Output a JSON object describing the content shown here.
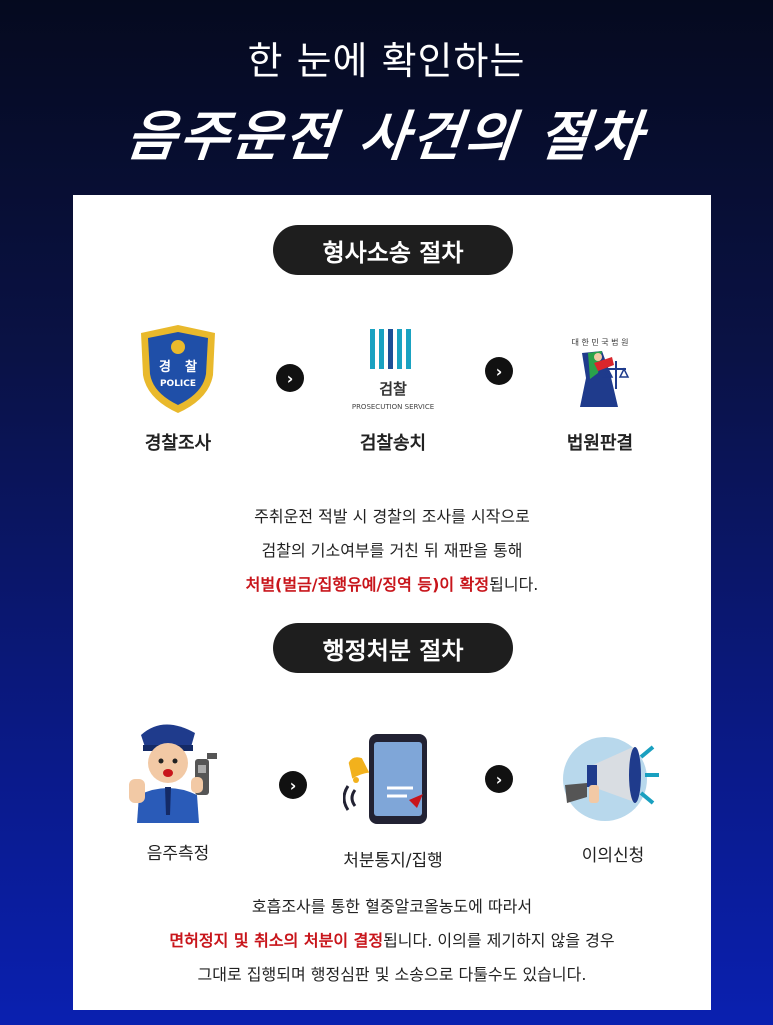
{
  "header": {
    "subtitle": "한 눈에 확인하는",
    "title": "음주운전 사건의 절차"
  },
  "criminal": {
    "heading": "형사소송 절차",
    "steps": [
      {
        "label": "경찰조사",
        "icon": "police-badge-icon",
        "badge_top": "경",
        "badge_right": "찰",
        "badge_text": "POLICE"
      },
      {
        "label": "검찰송치",
        "icon": "prosecution-icon",
        "logo_kr": "검찰",
        "logo_en": "PROSECUTION SERVICE"
      },
      {
        "label": "법원판결",
        "icon": "court-icon",
        "arc_text": "대 한 민 국 법 원"
      }
    ],
    "desc": {
      "line1": "주취운전 적발 시 경찰의 조사를 시작으로",
      "line2": "검찰의 기소여부를 거친 뒤 재판을 통해",
      "line3_red": "처벌(벌금/집행유예/징역 등)이 확정",
      "line3_rest": "됩니다."
    }
  },
  "administrative": {
    "heading": "행정처분 절차",
    "steps": [
      {
        "label": "음주측정",
        "icon": "police-officer-icon"
      },
      {
        "label": "처분통지/집행",
        "icon": "phone-notification-icon"
      },
      {
        "label": "이의신청",
        "icon": "megaphone-icon"
      }
    ],
    "desc": {
      "line1": "호흡조사를 통한 혈중알코올농도에 따라서",
      "line2_red": "면허정지 및 취소의 처분이 결정",
      "line2_rest": "됩니다. 이의를 제기하지 않을 경우",
      "line3": "그대로 집행되며 행정심판 및 소송으로 다툴수도 있습니다."
    }
  },
  "colors": {
    "accent_red": "#c8151b",
    "pill_bg": "#1e1e1e",
    "police_blue": "#1f4fa8",
    "badge_gold": "#e9b92c"
  }
}
